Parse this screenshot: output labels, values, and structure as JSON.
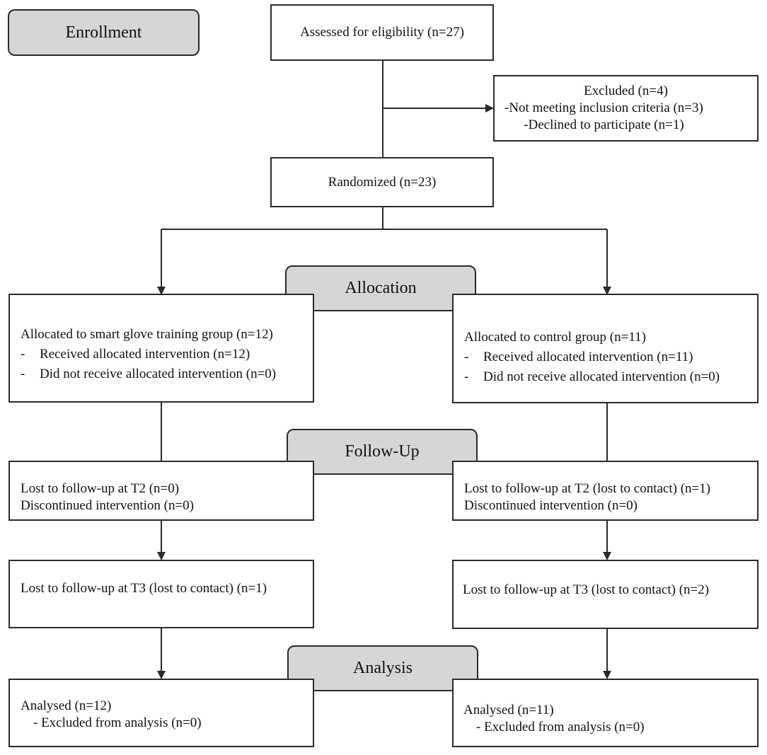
{
  "stages": {
    "enrollment": "Enrollment",
    "allocation": "Allocation",
    "follow_up": "Follow-Up",
    "analysis": "Analysis"
  },
  "assessed": "Assessed for eligibility (n=27)",
  "excluded": {
    "title": "Excluded (n=4)",
    "items": [
      "-Not meeting inclusion criteria (n=3)",
      "-Declined to participate (n=1)"
    ]
  },
  "randomized": "Randomized (n=23)",
  "left": {
    "allocated": "Allocated to smart glove training group (n=12)",
    "allocated_items": [
      "Received allocated intervention (n=12)",
      "Did not receive allocated intervention (n=0)"
    ],
    "followup_t2": [
      "Lost to follow-up at T2 (n=0)",
      "Discontinued intervention (n=0)"
    ],
    "followup_t3": "Lost to follow-up at T3 (lost to contact) (n=1)",
    "analysed": "Analysed (n=12)",
    "analysed_item": "- Excluded from analysis (n=0)"
  },
  "right": {
    "allocated": "Allocated to control group (n=11)",
    "allocated_items": [
      "Received allocated intervention (n=11)",
      "Did not receive allocated intervention (n=0)"
    ],
    "followup_t2": [
      "Lost to follow-up at T2 (lost to contact) (n=1)",
      "Discontinued intervention (n=0)"
    ],
    "followup_t3": "Lost to follow-up at T3 (lost to contact) (n=2)",
    "analysed": "Analysed (n=11)",
    "analysed_item": "- Excluded from analysis (n=0)"
  },
  "bullet_dash": "-",
  "colors": {
    "stage_fill": "#d6d6d6",
    "line": "#2a2a2a"
  }
}
